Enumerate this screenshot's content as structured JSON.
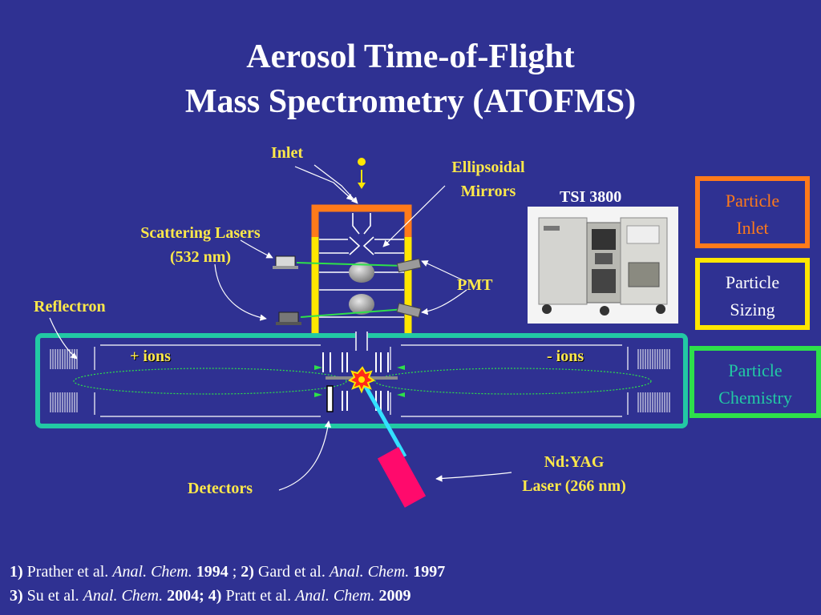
{
  "title": {
    "line1": "Aerosol Time-of-Flight",
    "line2": "Mass Spectrometry (ATOFMS)"
  },
  "labels": {
    "inlet": "Inlet",
    "ellipsoidal_1": "Ellipsoidal",
    "ellipsoidal_2": "Mirrors",
    "tsi": "TSI 3800",
    "scattering_1": "Scattering Lasers",
    "scattering_2": "(532 nm)",
    "pmt": "PMT",
    "reflectron": "Reflectron",
    "pos_ions": "+ ions",
    "neg_ions": "- ions",
    "ndyag_1": "Nd:YAG",
    "ndyag_2": "Laser (266 nm)",
    "detectors": "Detectors"
  },
  "boxes": {
    "inlet_1": "Particle",
    "inlet_2": "Inlet",
    "sizing_1": "Particle",
    "sizing_2": "Sizing",
    "chem_1": "Particle",
    "chem_2": "Chemistry"
  },
  "refs": {
    "r1_num": "1)",
    "r1_auth": " Prather et al. ",
    "r1_year": "1994",
    "sep": " ; ",
    "r2_num": "2)",
    "r2_auth": " Gard et al. ",
    "r2_year": "1997",
    "r3_num": "3)",
    "r3_auth": " Su et al. ",
    "r3_year": "2004; ",
    "r4_num": "4)",
    "r4_auth": " Pratt et al. ",
    "r4_year": "2009",
    "journal": "Anal. Chem."
  },
  "colors": {
    "background": "#2f3192",
    "label_yellow": "#fde84a",
    "inlet_orange": "#ff7a1a",
    "sizing_yellow": "#ffe600",
    "chemistry_green": "#2ee04a",
    "tube_teal": "#22c9a4",
    "ndyag_pink": "#ff0a6c",
    "beam_cyan": "#33e0ff"
  }
}
